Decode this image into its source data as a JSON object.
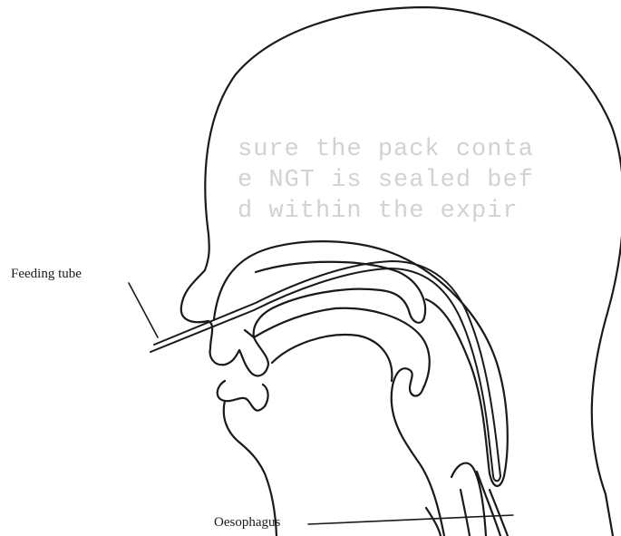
{
  "labels": {
    "feeding_tube": "Feeding tube",
    "oesophagus": "Oesophagus"
  },
  "background_text": {
    "line1": "sure the pack conta",
    "line2": "e NGT is sealed bef",
    "line3": "d within the expir"
  },
  "colors": {
    "ink": "#1a1a1a",
    "ghost_text": "#d2d2d2",
    "paper": "#ffffff"
  }
}
